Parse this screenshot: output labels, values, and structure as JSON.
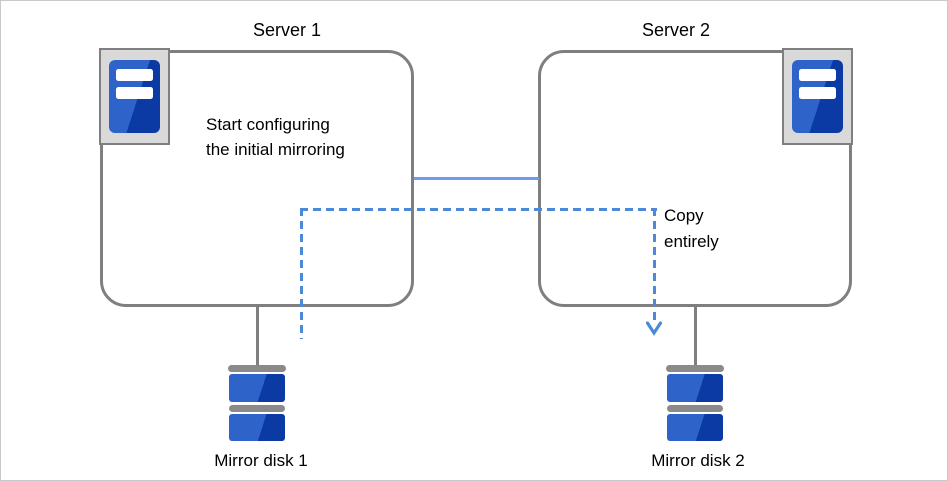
{
  "servers": [
    {
      "title": "Server 1",
      "note": "Start configuring\nthe initial mirroring"
    },
    {
      "title": "Server 2"
    }
  ],
  "copy_arrow_label": "Copy\nentirely",
  "disks": [
    {
      "label": "Mirror disk 1"
    },
    {
      "label": "Mirror disk 2"
    }
  ],
  "colors": {
    "background": "#ffffff",
    "canvas_border": "#c9c9c9",
    "box_border_gray": "#7f7f7f",
    "icon_frame_fill": "#d9d9d9",
    "icon_blue_bright": "#2e63ca",
    "icon_blue_dark": "#0b3aa4",
    "link_line_solid_blue": "#6e9af0",
    "copy_line_dashed_blue": "#4c89d9",
    "disk_cap_gray": "#8a8a8a",
    "text": "#000000"
  }
}
